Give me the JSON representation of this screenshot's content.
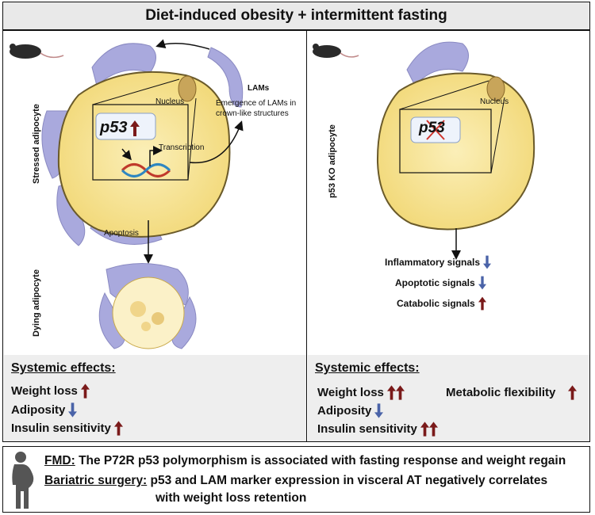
{
  "title": "Diet-induced obesity + intermittent fasting",
  "left": {
    "labels": {
      "lams": "LAMs",
      "nucleus": "Nucleus",
      "emergence": "Emergence of LAMs in crown-like structures",
      "p53": "p53",
      "transcription": "Transcription",
      "stressed": "Stressed adipocyte",
      "apoptosis": "Apoptosis",
      "dying": "Dying adipocyte"
    },
    "systemic_title": "Systemic effects:",
    "effects": [
      {
        "label": "Weight loss",
        "direction": "up",
        "count": 1
      },
      {
        "label": "Adiposity",
        "direction": "down",
        "count": 1
      },
      {
        "label": "Insulin sensitivity",
        "direction": "up",
        "count": 1
      }
    ]
  },
  "right": {
    "labels": {
      "nucleus": "Nucleus",
      "p53": "p53",
      "ko": "p53 KO adipocyte"
    },
    "signals": [
      {
        "label": "Inflammatory signals",
        "direction": "down"
      },
      {
        "label": "Apoptotic signals",
        "direction": "down"
      },
      {
        "label": "Catabolic signals",
        "direction": "up"
      }
    ],
    "systemic_title": "Systemic effects:",
    "effects": [
      {
        "label": "Weight loss",
        "direction": "up",
        "count": 2
      },
      {
        "label": "Adiposity",
        "direction": "down",
        "count": 1
      },
      {
        "label": "Insulin sensitivity",
        "direction": "up",
        "count": 2
      },
      {
        "label": "Metabolic flexibility",
        "direction": "up",
        "count": 1
      }
    ]
  },
  "bottom": {
    "fmd_label": "FMD:",
    "fmd_text": "The P72R p53 polymorphism is associated with fasting response and weight regain",
    "bariatric_label": "Bariatric surgery:",
    "bariatric_text_1": "p53 and LAM marker expression in visceral AT negatively correlates",
    "bariatric_text_2": "with weight loss retention"
  },
  "colors": {
    "up": "#7a1a1a",
    "down": "#4a63a8",
    "cell_fill": "#f5e08a",
    "macrophage": "#a9a9dd"
  }
}
